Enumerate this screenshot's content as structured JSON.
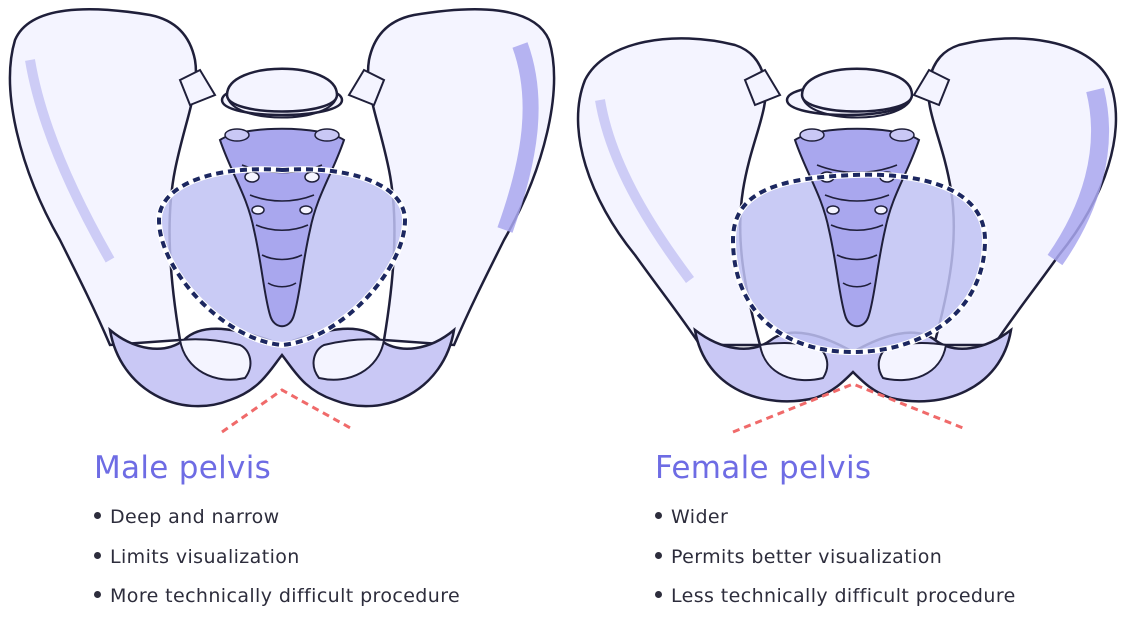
{
  "colors": {
    "accent": "#6e6ce4",
    "text": "#2d2d3c",
    "bone_fill": "#f4f4ff",
    "bone_outline": "#1f1f3a",
    "bone_shade": "#c9c8f5",
    "inlet_fill": "#bfc2f3",
    "inlet_border": "#1c2760",
    "angle_line": "#f06a6a"
  },
  "panels": [
    {
      "id": "male",
      "title": "Male pelvis",
      "bullets": [
        "Deep and narrow",
        "Limits visualization",
        "More technically difficult procedure"
      ]
    },
    {
      "id": "female",
      "title": "Female pelvis",
      "bullets": [
        "Wider",
        "Permits better visualization",
        "Less technically difficult procedure"
      ]
    }
  ]
}
